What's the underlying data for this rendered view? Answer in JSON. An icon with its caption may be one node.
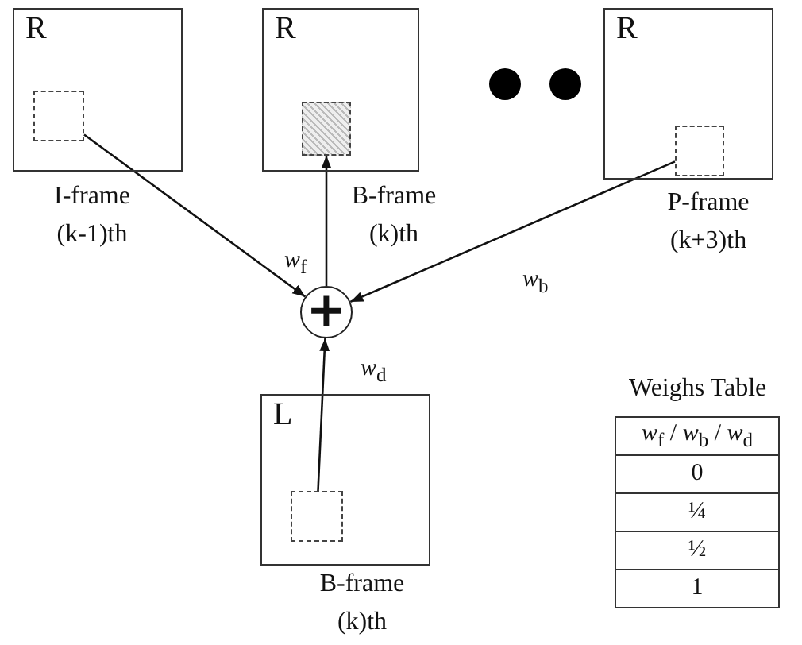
{
  "diagram": {
    "nodes": [
      {
        "text": [
          "R"
        ],
        "beside": [
          "I-frame (k-1)th"
        ]
      },
      {
        "text": [],
        "shape": "box",
        "in": 0
      },
      {
        "text": [
          "R"
        ],
        "beside": [
          "B-frame (k)th"
        ]
      },
      {
        "text": [],
        "shape": "box",
        "in": 2
      },
      {
        "text": [
          "R"
        ],
        "beside": [
          "P-frame (k+3)th"
        ]
      },
      {
        "text": [],
        "shape": "box",
        "in": 4
      },
      {
        "text": [
          "+"
        ]
      },
      {
        "text": [
          "L"
        ],
        "beside": [
          "B-frame (k)th"
        ]
      },
      {
        "text": [],
        "shape": "box",
        "in": 7
      }
    ],
    "edges": [
      {
        "from": 1,
        "to": 6,
        "arrow": "to",
        "label": "*w*$_{f}$"
      },
      {
        "from": 6,
        "to": 3,
        "arrow": "to"
      },
      {
        "from": 5,
        "to": 6,
        "arrow": "to",
        "label": "*w*$_{b}$"
      },
      {
        "from": 8,
        "to": 6,
        "arrow": "to",
        "label": "*w*$_{d}$"
      }
    ],
    "labels": [
      "Weighs Table",
      "*w*$_{f}$ / *w*$_{b}$ / *w*$_{d}$",
      "0",
      "¼",
      "½",
      "1"
    ]
  }
}
